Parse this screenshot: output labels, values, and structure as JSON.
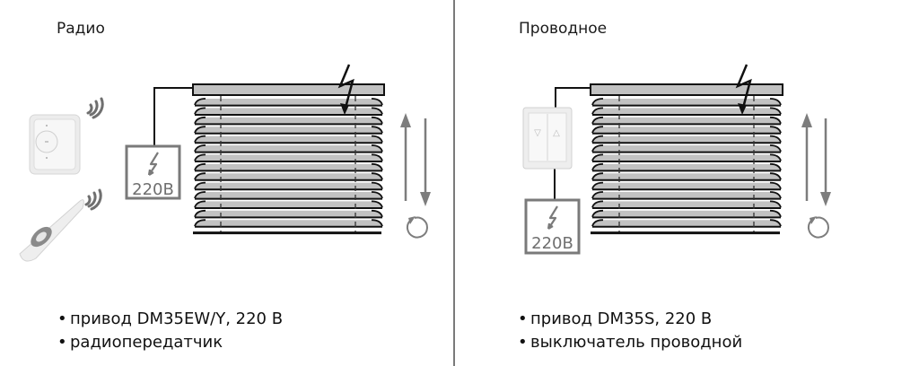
{
  "left_panel": {
    "title": "Радио",
    "power_box_label": "220B",
    "devices": [
      "radio-wall-transmitter",
      "radio-remote-control"
    ],
    "bullets": [
      {
        "marker": "•",
        "text": "привод DM35EW/Y, 220 В"
      },
      {
        "marker": "•",
        "text": "радиопередатчик"
      }
    ]
  },
  "right_panel": {
    "title": "Проводное",
    "power_box_label": "220B",
    "devices": [
      "wired-wall-switch"
    ],
    "switch_glyphs": [
      "▽",
      "△"
    ],
    "bullets": [
      {
        "marker": "•",
        "text": "привод DM35S, 220 В"
      },
      {
        "marker": "•",
        "text": "выключатель проводной"
      }
    ]
  },
  "icons": {
    "lightning": "lightning-bolt-icon",
    "up_arrow": "arrow-up-icon",
    "down_arrow": "arrow-down-icon",
    "rotate": "rotate-icon",
    "radio_waves": "radio-waves-icon"
  },
  "colors": {
    "slat_fill": "#c2c2c2",
    "outline": "#111111",
    "arrow_gray": "#7d7d7d",
    "box_gray": "#7a7a7a",
    "divider": "#7a7a7a",
    "device_white": "#f2f2f2"
  },
  "blind": {
    "slat_count": 14
  }
}
